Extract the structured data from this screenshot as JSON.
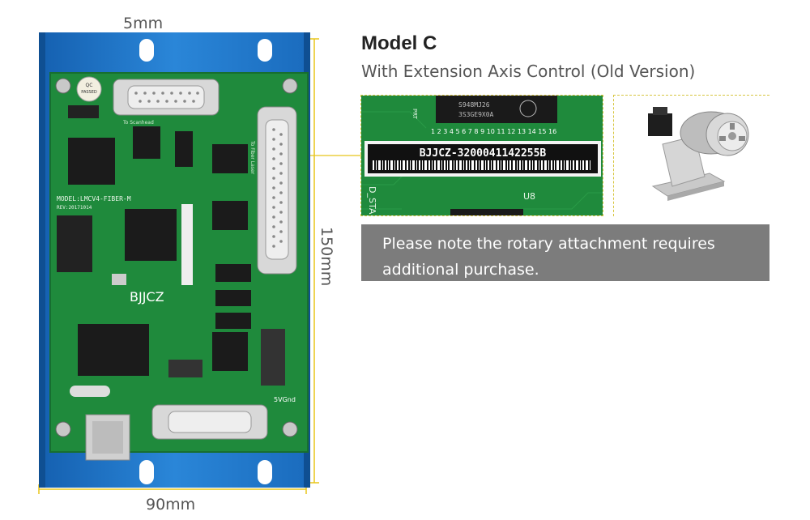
{
  "dimensions": {
    "top": "5mm",
    "bottom": "90mm",
    "right": "150mm"
  },
  "model": {
    "title": "Model C",
    "subtitle": "With Extension Axis Control (Old Version)"
  },
  "note": "Please note the rotary attachment requires additional purchase.",
  "board": {
    "brand": "BJJCZ",
    "model_line": "MODEL:LMCV4-FIBER-M",
    "rev_line": "REV:20171014",
    "qc_sticker": "QC PASSED",
    "power_label": "5VGnd",
    "port_label_top": "To Scanhead",
    "port_label_right": "To Fiber Laser"
  },
  "closeup": {
    "serial": "BJJCZ-3200041142255B",
    "chip_top": "S948MJ26",
    "chip_bottom": "3S3GE9X0A",
    "pin_numbers": "1 2 3 4 5 6 7 8 9 10 11 12 13 14 15 16",
    "left_label": "D_STA",
    "u_label": "U8",
    "prt_label": "PRT"
  },
  "colors": {
    "chassis": "#1e73c4",
    "pcb": "#1f8a3c",
    "note_bg": "#7c7c7c",
    "dim_line": "#e8c51a"
  }
}
